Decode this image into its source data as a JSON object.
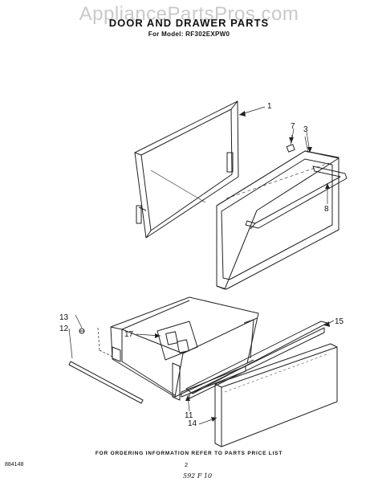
{
  "watermark": "AppliancePartsPros.com",
  "title": "DOOR AND DRAWER PARTS",
  "model_line": "For Model: RF302EXPW0",
  "footer_note": "FOR ORDERING INFORMATION REFER TO PARTS PRICE LIST",
  "doc_number": "884148",
  "page_number": "2",
  "handwritten_note": "592 F 10",
  "callouts": {
    "c1": "1",
    "c7": "7",
    "c3": "3",
    "c8": "8",
    "c13": "13",
    "c12": "12",
    "c17": "17",
    "c15": "15",
    "c11": "11",
    "c14": "14"
  }
}
